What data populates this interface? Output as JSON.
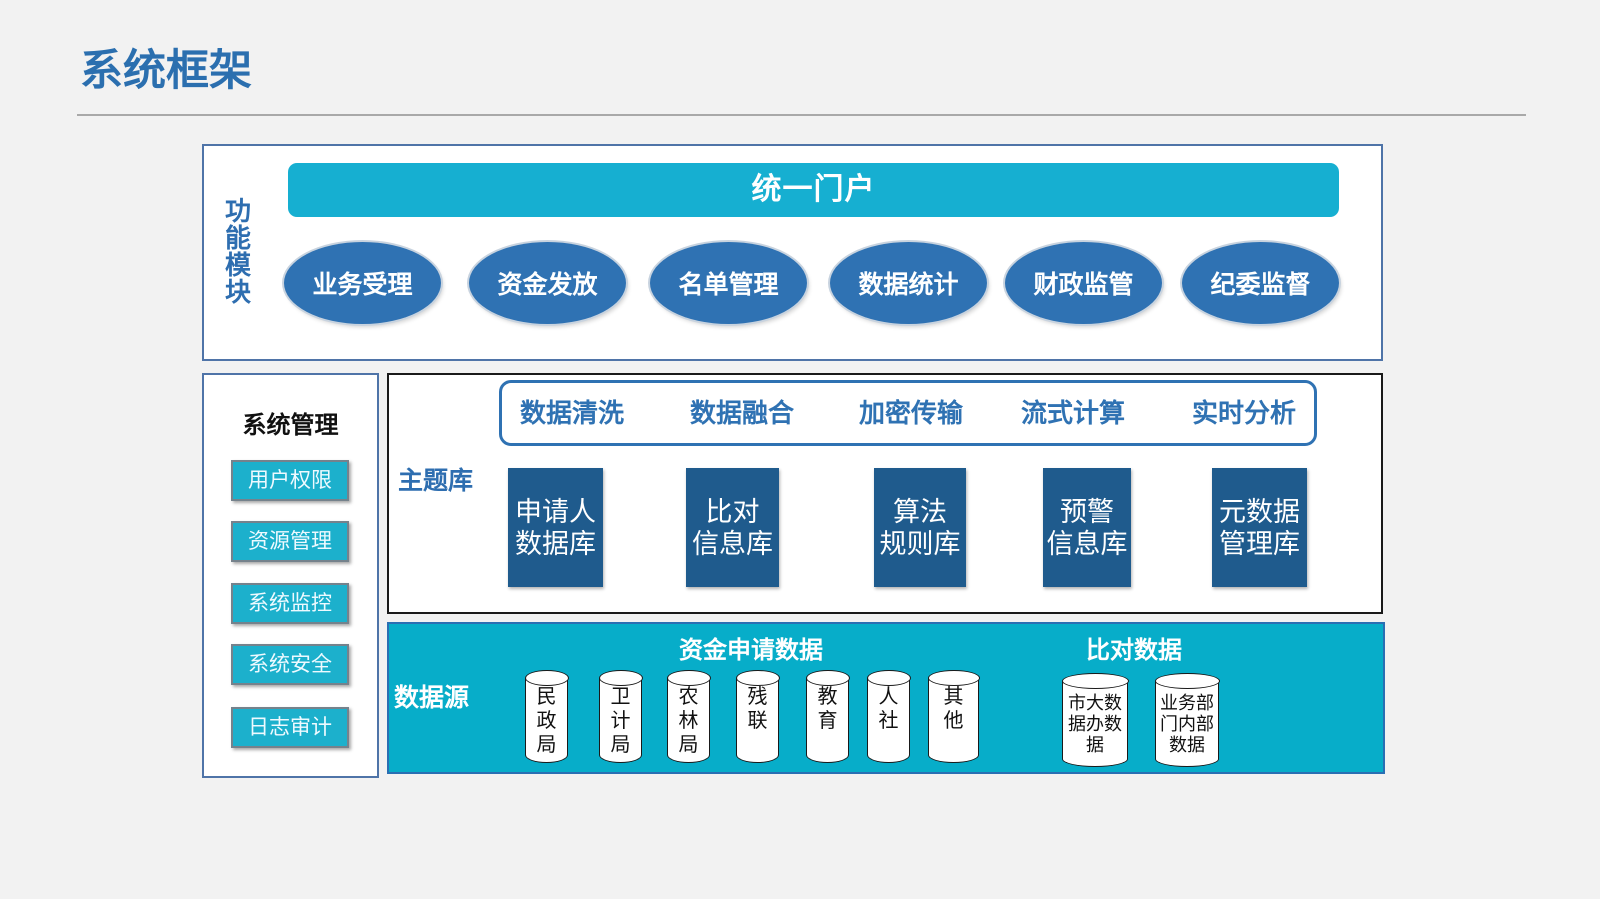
{
  "title": "系统框架",
  "function_layer": {
    "label": "功能模块",
    "portal": "统一门户",
    "modules": [
      "业务受理",
      "资金发放",
      "名单管理",
      "数据统计",
      "财政监管",
      "纪委监督"
    ]
  },
  "system_management": {
    "title": "系统管理",
    "items": [
      "用户权限",
      "资源管理",
      "系统监控",
      "系统安全",
      "日志审计"
    ]
  },
  "theme_layer": {
    "label": "主题库",
    "processes": [
      "数据清洗",
      "数据融合",
      "加密传输",
      "流式计算",
      "实时分析"
    ],
    "databases": [
      {
        "lines": [
          "申请人",
          "数据库"
        ]
      },
      {
        "lines": [
          "比对",
          "信息库"
        ]
      },
      {
        "lines": [
          "算法",
          "规则库"
        ]
      },
      {
        "lines": [
          "预警",
          "信息库"
        ]
      },
      {
        "lines": [
          "元数据",
          "管理库"
        ]
      }
    ]
  },
  "data_source_layer": {
    "label": "数据源",
    "groups": [
      {
        "title": "资金申请数据",
        "sources": [
          "民政局",
          "卫计局",
          "农林局",
          "残联",
          "教育",
          "人社",
          "其他"
        ]
      },
      {
        "title": "比对数据",
        "sources": [
          "市大数据办数据",
          "业务部门内部数据"
        ]
      }
    ]
  },
  "colors": {
    "slide_bg": "#f2f2f2",
    "title_blue": "#2b6faf",
    "frame_blue": "#4f74a8",
    "label_blue": "#2e6eb0",
    "portal_cyan": "#16afd1",
    "module_blue": "#2f72b3",
    "item_cyan": "#1cb0cc",
    "db_blue": "#1f5b8d",
    "source_cyan": "#07adc9"
  }
}
